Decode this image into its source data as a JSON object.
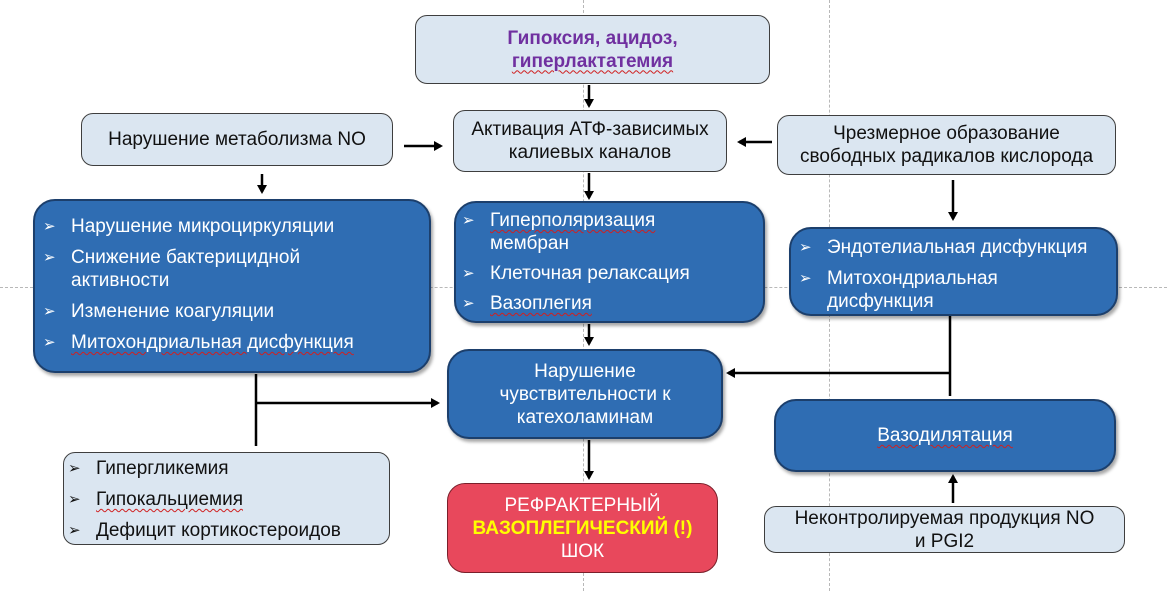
{
  "top": {
    "line1": "Гипоксия, ацидоз,",
    "line2": "гиперлактатемия",
    "color": "#7030a0"
  },
  "no_metabolism": "Нарушение метаболизма NO",
  "atp_channels": {
    "line1": "Активация АТФ-зависимых",
    "line2": "калиевых каналов"
  },
  "radicals": {
    "line1": "Чрезмерное образование",
    "line2": "свободных радикалов кислорода"
  },
  "left_effects": [
    {
      "text": "Нарушение микроциркуляции"
    },
    {
      "line1": "Снижение бактерицидной",
      "line2": "активности"
    },
    {
      "text": "Изменение коагуляции"
    },
    {
      "text": "Митохондриальная дисфункция"
    }
  ],
  "center_effects": [
    {
      "line1": "Гиперполяризация",
      "line2": "мембран"
    },
    {
      "text": "Клеточная релаксация"
    },
    {
      "text": "Вазоплегия"
    }
  ],
  "right_effects": [
    {
      "text": "Эндотелиальная дисфункция"
    },
    {
      "line1": "Митохондриальная",
      "line2": "дисфункция"
    }
  ],
  "catecholamines": {
    "line1": "Нарушение",
    "line2": "чувствительности к",
    "line3": "катехоламинам"
  },
  "vasodilation": "Вазодилятация",
  "left_bottom": [
    {
      "text": "Гипергликемия"
    },
    {
      "text": "Гипокальциемия"
    },
    {
      "text": "Дефицит кортикостероидов"
    }
  ],
  "shock": {
    "line1": "РЕФРАКТЕРНЫЙ",
    "line2": "ВАЗОПЛЕГИЧЕСКИЙ (!)",
    "line3": "ШОК",
    "highlight_color": "#ffff00",
    "bg_color": "#e8485c"
  },
  "uncontrolled": {
    "line1": "Неконтролируемая продукция NO",
    "line2": "и PGI2"
  },
  "colors": {
    "light_box": "#dbe6f1",
    "dark_box": "#2f6db3",
    "shock_box": "#e8485c"
  }
}
